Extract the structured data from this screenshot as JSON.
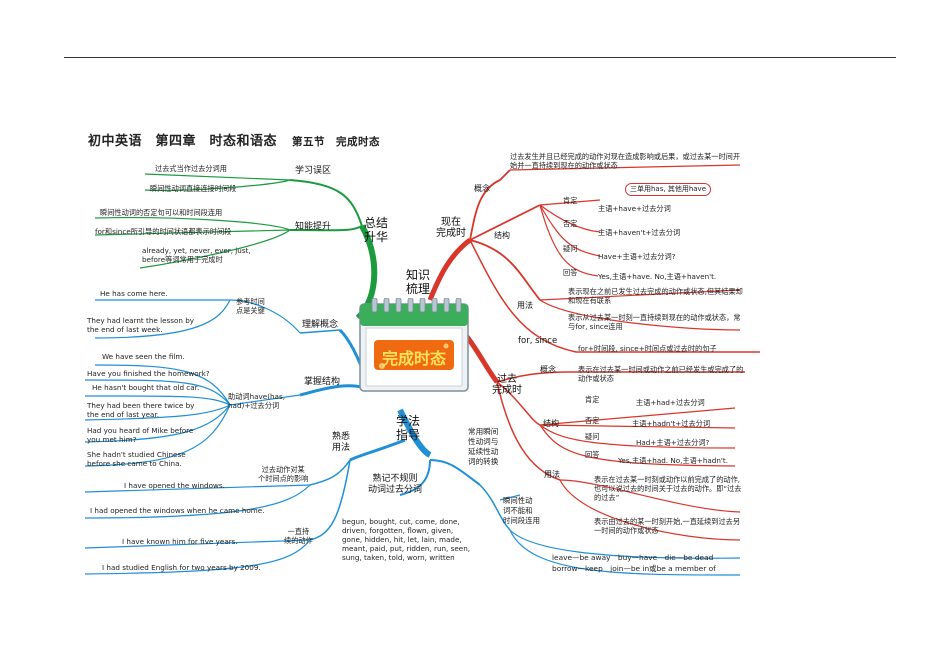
{
  "title": {
    "main": "初中英语　第四章　时态和语态",
    "section": "第五节　完成时态"
  },
  "center": {
    "label": "完成时态"
  },
  "main_branches": {
    "summary": "总结\n升华",
    "knowledge": "知识\n梳理",
    "method": "学法\n指导",
    "present_perfect": "现在\n完成时",
    "past_perfect": "过去\n完成时"
  },
  "summary": {
    "misunderstanding": "学习误区",
    "misunderstanding_items": [
      "过去式当作过去分词用",
      "瞬间性动词直接连接时间段"
    ],
    "improve": "知能提升",
    "improve_items": [
      "瞬间性动词的否定句可以和时间段连用",
      "for和since所引导的时间状语都表示时间段",
      "already, yet, never, ever, just,\nbefore等词常用于完成时"
    ]
  },
  "present": {
    "concept_label": "概念",
    "concept_text": "过去发生并且已经完成的动作对现在造成影响或后果，或过去某一时间开始并一直持续到现在的动作或状态",
    "structure_label": "结构",
    "affirm_label": "肯定",
    "affirm": "主语+have+过去分词",
    "third_person_note": "三单用has, 其他用have",
    "negative_label": "否定",
    "negative": "主语+haven't+过去分词",
    "question_label": "疑问",
    "question": "Have+主语+过去分词?",
    "answer_label": "回答",
    "answer": "Yes,主语+have. No,主语+haven't.",
    "usage_label": "用法",
    "usage1": "表示现在之前已发生过去完成的动作或状态,但其结果却和现在有联系",
    "usage2": "表示从过去某一时刻一直持续到现在的动作或状态，常与for, since连用",
    "forsince_label": "for, since",
    "forsince": "for+时间段, since+时间点或过去时的句子"
  },
  "past": {
    "concept_label": "概念",
    "concept_text": "表示在过去某一时间或动作之前已经发生或完成了的动作或状态",
    "structure_label": "结构",
    "affirm_label": "肯定",
    "affirm": "主语+had+过去分词",
    "negative_label": "否定",
    "negative": "主语+hadn't+过去分词",
    "question_label": "疑问",
    "question": "Had+主语+过去分词?",
    "answer_label": "回答",
    "answer": "Yes,主语+had. No,主语+hadn't.",
    "usage_label": "用法",
    "usage1": "表示在过去某一时刻或动作以前完成了的动作,也可以说过去的时间关于过去的动作。即“过去的过去”",
    "usage2": "表示由过去的某一时刻开始,一直延续到过去另一时间的动作或状态"
  },
  "method": {
    "understand": "理解概念",
    "ref_time": "参考时间\n点是关键",
    "understand_items": [
      "He has come here.",
      "They had learnt the lesson by\nthe end of last week."
    ],
    "master": "掌握结构",
    "aux": "助动词have(has,\nhad)+过去分词",
    "master_items": [
      "We have seen the film.",
      "Have you finished the homework?",
      "He hasn't bought that old car.",
      "They had been there twice by\nthe end of last year.",
      "Had you heard of Mike before\nyou met him?",
      "She hadn't studied Chinese\nbefore she came to China."
    ],
    "familiar": "熟悉\n用法",
    "past_point": "过去动作对某\n个时间点的影响",
    "past_point_items": [
      "I have opened the windows.",
      "I had opened the windows when he came home."
    ],
    "continuous": "一直持\n续的动作",
    "continuous_items": [
      "I have known him for five years.",
      "I had studied English for two years by 2009."
    ],
    "memorize": "熟记不规则\n动词过去分词",
    "irregular": "begun, bought, cut, come, done,\ndriven, forgotten, flown, given,\ngone, hidden, hit, let, lain, made,\nmeant, paid, put, ridden, run, seen,\nsung, taken, told, worn, written",
    "convert": "常用瞬间\n性动词与\n延续性动\n词的转换",
    "instant": "瞬间性动\n词不能和\n时间段连用",
    "convert_items": "leave—be away　buy—have　die—be dead\nborrow—keep　join—be in或be a member of"
  },
  "colors": {
    "red": "#d9362b",
    "green": "#1c9a3e",
    "blue": "#1f8fd6",
    "calendar": "#3cae5b",
    "calendar_label": "#f06a12"
  }
}
